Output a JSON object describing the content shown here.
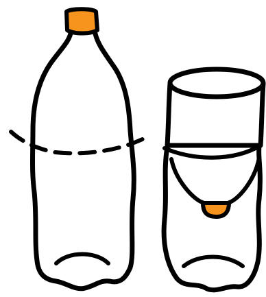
{
  "illustration": {
    "colors": {
      "outline": "#000000",
      "cap": "#F7941D",
      "fill": "#ffffff"
    },
    "items": [
      {
        "name": "whole-bottle",
        "icon": "plastic-bottle-icon",
        "cut_line": "dashed"
      },
      {
        "name": "cut-bottle-funnel",
        "icon": "inverted-bottle-top-icon"
      }
    ]
  }
}
